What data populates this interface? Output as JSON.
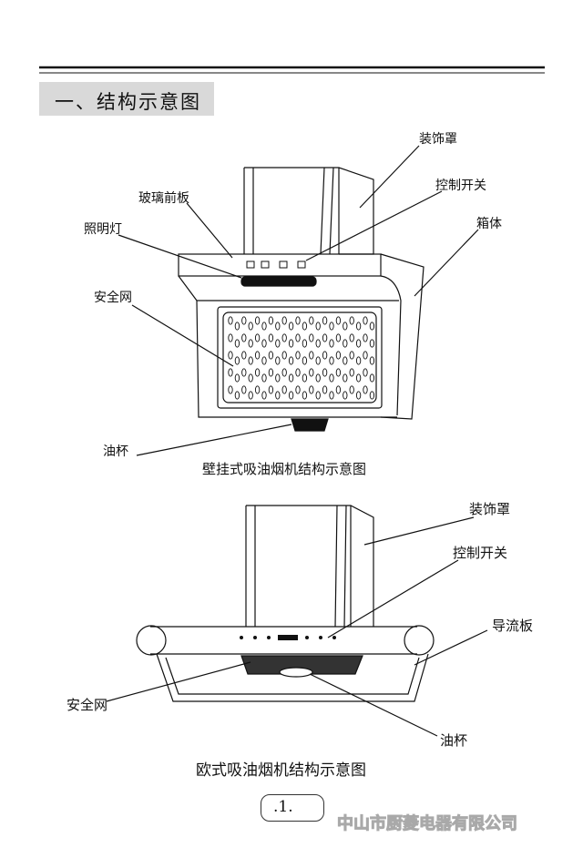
{
  "section_title": "一、结构示意图",
  "figure1": {
    "caption": "壁挂式吸油烟机结构示意图",
    "labels": {
      "decor_cover": "装饰罩",
      "control_switch": "控制开关",
      "cabinet": "箱体",
      "glass_panel": "玻璃前板",
      "light": "照明灯",
      "safety_net": "安全网",
      "oil_cup": "油杯"
    }
  },
  "figure2": {
    "caption": "欧式吸油烟机结构示意图",
    "labels": {
      "decor_cover": "装饰罩",
      "control_switch": "控制开关",
      "deflector": "导流板",
      "safety_net": "安全网",
      "oil_cup": "油杯"
    }
  },
  "page_number": ".1.",
  "watermark": "中山市厨菱电器有限公司"
}
